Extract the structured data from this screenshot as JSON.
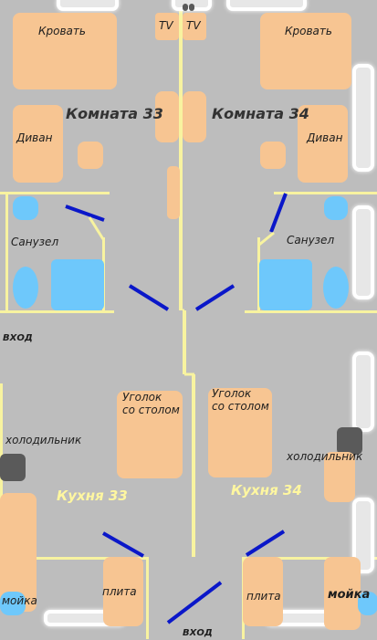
{
  "rooms": {
    "room33": "Комната 33",
    "room34": "Комната 34",
    "kitchen33": "Кухня 33",
    "kitchen34": "Кухня 34"
  },
  "labels": {
    "bed": "Кровать",
    "sofa": "Диван",
    "tv": "TV",
    "bathroom": "Санузел",
    "entrance": "ВХОД",
    "fridge": "холодильник",
    "dining_corner": "Уголок\nсо столом",
    "stove": "плита",
    "sink": "мойка"
  },
  "colors": {
    "background": "#bdbdbd",
    "furniture": "#f7c592",
    "fixture": "#6ec8fb",
    "wall": "#f8f3a0",
    "door": "#0a17c9",
    "appliance": "#5a5a5a"
  }
}
